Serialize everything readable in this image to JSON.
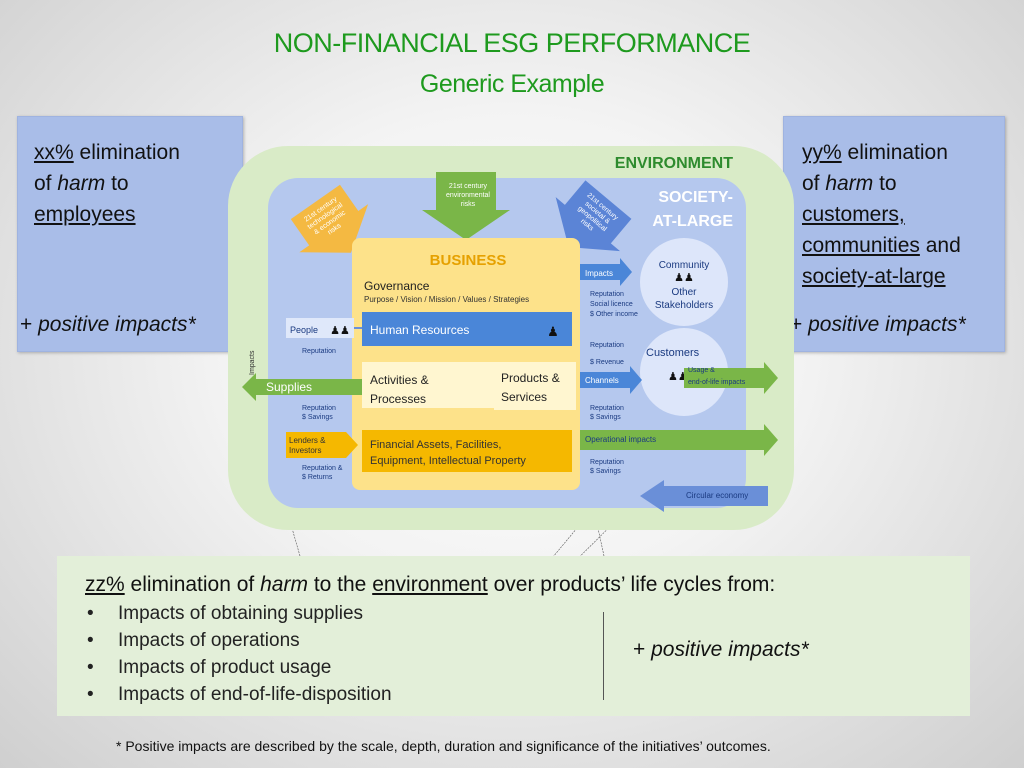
{
  "title": {
    "line1": "NON-FINANCIAL ESG PERFORMANCE",
    "line2": "Generic Example"
  },
  "employees_box": {
    "metric": "xx%",
    "text_a": "elimination",
    "text_b": "of",
    "harm": "harm",
    "text_c": "to",
    "target": "employees",
    "positive": "positive impacts*"
  },
  "customers_box": {
    "metric": "yy%",
    "text_a": "elimination",
    "text_b": "of",
    "harm": "harm",
    "text_c": "to",
    "target1": "customers,",
    "target2": "communities",
    "and": "and",
    "target3": "society-at-large",
    "positive": "positive impacts*"
  },
  "diagram": {
    "environment": "ENVIRONMENT",
    "society1": "SOCIETY-",
    "society2": "AT-LARGE",
    "risk_env": [
      "21st century",
      "environmental",
      "risks"
    ],
    "risk_tech": [
      "21st century",
      "technological",
      "& economic",
      "risks"
    ],
    "risk_soc": [
      "21st century",
      "societal &",
      "geopolitical",
      "risks"
    ],
    "business": "BUSINESS",
    "governance": "Governance",
    "governance_sub": "Purpose / Vision / Mission / Values / Strategies",
    "hr": "Human Resources",
    "activities1": "Activities &",
    "activities2": "Processes",
    "products1": "Products &",
    "products2": "Services",
    "assets1": "Financial Assets, Facilities,",
    "assets2": "Equipment, Intellectual Property",
    "people": "People",
    "reputation": "Reputation",
    "supplies": "Supplies",
    "rep_savings": [
      "Reputation",
      "$ Savings"
    ],
    "lenders": [
      "Lenders &",
      "Investors"
    ],
    "rep_returns": [
      "Reputation &",
      "$ Returns"
    ],
    "impacts_side": "Impacts",
    "impacts": "Impacts",
    "community": "Community",
    "other": "Other",
    "stakeholders": "Stakeholders",
    "rep_licence": [
      "Reputation",
      "Social licence",
      "$ Other income"
    ],
    "rep_revenue": [
      "Reputation",
      "$ Revenue"
    ],
    "customers": "Customers",
    "channels": "Channels",
    "usage": [
      "Usage &",
      "end-of-life impacts"
    ],
    "rep_savings2": [
      "Reputation",
      "$ Savings"
    ],
    "operational": "Operational impacts",
    "rep_savings3": [
      "Reputation",
      "$ Savings"
    ],
    "circular": "Circular economy"
  },
  "environment_box": {
    "metric": "zz%",
    "text_a": "elimination of",
    "harm": "harm",
    "text_b": "to the",
    "target": "environment",
    "text_c": "over products’ life cycles from:",
    "bullets": [
      "Impacts of obtaining supplies",
      "Impacts of operations",
      "Impacts of product usage",
      "Impacts of end-of-life-disposition"
    ],
    "positive": "positive impacts*"
  },
  "plus": "+",
  "footnote": "* Positive impacts are described by the scale, depth, duration and significance of the initiatives’ outcomes.",
  "colors": {
    "title_green": "#1e9a1e",
    "side_box": "#a9bde8",
    "bottom_box": "#e3efd9",
    "environment": "#d9ebc7",
    "society": "#b5c8ee",
    "business": "#fde28a"
  }
}
